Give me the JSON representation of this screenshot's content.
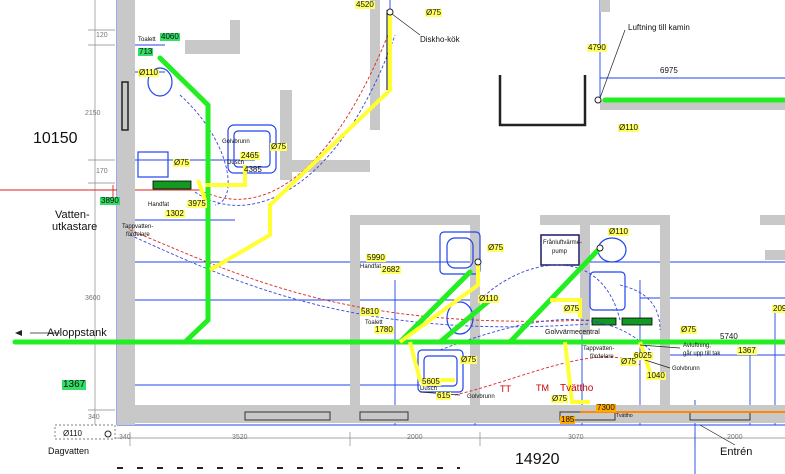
{
  "colors": {
    "wall": "#c8c8c8",
    "sewer": "#22ee22",
    "vent": "#ffff33",
    "floorheat": "#ff8800",
    "grid": "#2244ee",
    "pex_red": "#dd2222",
    "pex_blue": "#3344dd"
  },
  "labels": {
    "total_height": "10150",
    "total_width": "14920",
    "height_2150": "2150",
    "height_3600": "3600",
    "height_120": "120",
    "height_170": "170",
    "height_340": "340",
    "width_340": "340",
    "width_3520": "3520",
    "width_2000a": "2000",
    "width_3070": "3070",
    "width_2000b": "2000"
  },
  "texts": {
    "vatten": "Vatten-",
    "utkastare": "utkastare",
    "avloppstank": "Avloppstank",
    "dagvatten": "Dagvatten",
    "entren": "Entrén",
    "diskho_kok": "Diskho-kök",
    "luftning_kamin": "Luftning till kamin",
    "toalett_top": "Toalett",
    "toalett_mid": "Toalett",
    "golvbrunn_top": "Golvbrunn",
    "golvbrunn_right": "Golvbrunn",
    "golvbrunn_bottom": "Golvbrunn",
    "dusch_top": "Dusch",
    "dusch_bottom": "Dusch",
    "handfat_left": "Handfat",
    "handfat_mid": "Handfat",
    "tappvatten_left_1": "Tappvatten-",
    "tappvatten_left_2": "fördelare",
    "tappvatten_right_1": "Tappvatten-",
    "tappvatten_right_2": "fördelare",
    "franluft_1": "Frånluftvärme-",
    "franluft_2": "pump",
    "golvvarme": "Golvvärmecentral",
    "avluftning_1": "Avluftning,",
    "avluftning_2": "går upp till tak",
    "tvattho": "Tvättho",
    "tt": "TT",
    "tm": "TM",
    "tvattho_small": "Tvättho"
  },
  "tags": {
    "t4520": "4520",
    "t75_top": "Ø75",
    "t713": "713",
    "t4060": "4060",
    "t110_top": "Ø110",
    "t4790": "4790",
    "t6975": "6975",
    "t110_kamin": "Ø110",
    "t75_dusch": "Ø75",
    "t2465": "2465",
    "t4385": "4385",
    "t75_golv": "Ø75",
    "t3890": "3890",
    "t3975": "3975",
    "t1302": "1302",
    "t5990": "5990",
    "t2682": "2682",
    "t75_handfat": "Ø75",
    "t110_toalett": "Ø110",
    "t5810": "5810",
    "t1780": "1780",
    "t75_golvv": "Ø75",
    "t110_pump": "Ø110",
    "t75_right": "Ø75",
    "t5740": "5740",
    "t2096": "209",
    "t6025": "6025",
    "t1367_r": "1367",
    "t1040": "1040",
    "t75_tt": "Ø75",
    "t75_dusch2": "Ø75",
    "t5605": "5605",
    "t615": "615",
    "t75_tvatt": "Ø75",
    "t7300": "7300",
    "t185": "185",
    "t1367_l": "1367",
    "t110_dag": "Ø110"
  }
}
